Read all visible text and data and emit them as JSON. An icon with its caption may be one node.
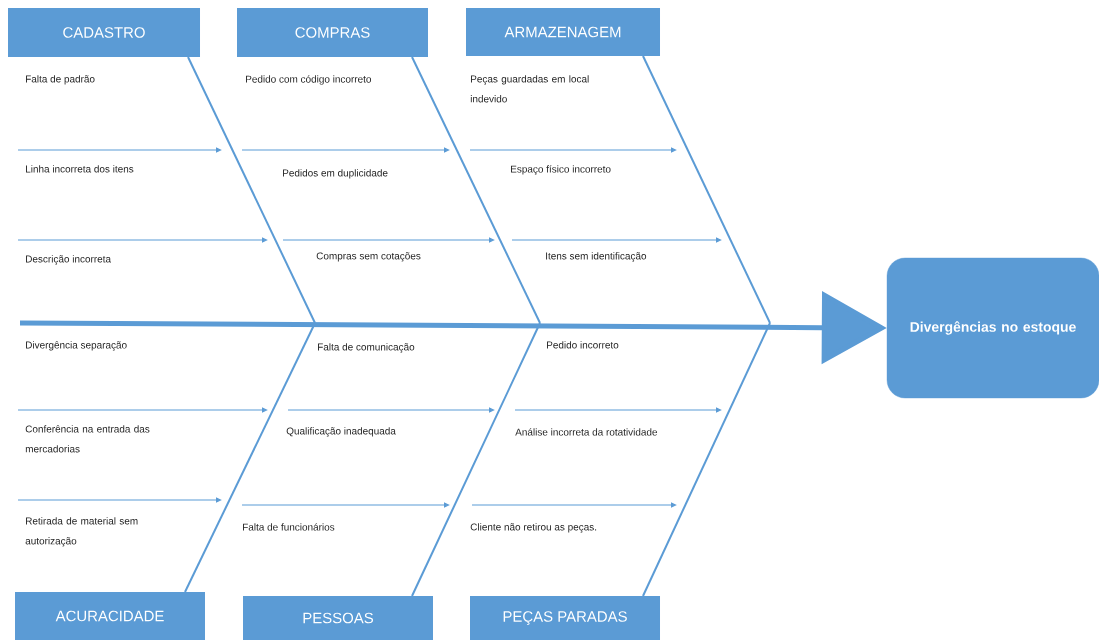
{
  "diagram": {
    "nodes": [
      {
        "text": [
          "CADASTRO"
        ]
      },
      {
        "text": [
          "COMPRAS"
        ]
      },
      {
        "text": [
          "ARMAZENAGEM"
        ]
      },
      {
        "text": [
          "ACURACIDADE"
        ]
      },
      {
        "text": [
          "PESSOAS"
        ]
      },
      {
        "text": [
          "PEÇAS PARADAS"
        ]
      },
      {
        "text": [
          "Divergências no estoque"
        ]
      }
    ],
    "edges": [
      {
        "from": 0,
        "to": null,
        "arrow": "none"
      },
      {
        "from": 1,
        "to": null,
        "arrow": "none"
      },
      {
        "from": 2,
        "to": null,
        "arrow": "none"
      },
      {
        "from": 3,
        "to": null,
        "arrow": "none"
      },
      {
        "from": 4,
        "to": null,
        "arrow": "none"
      },
      {
        "from": 5,
        "to": null,
        "arrow": "none"
      },
      {
        "from": null,
        "to": 6,
        "arrow": "to",
        "style": "thick"
      }
    ],
    "labels": [
      "Falta de padrão",
      "Pedido com código incorreto",
      "Peças guardadas em local indevido",
      "Linha incorreta dos itens",
      "Pedidos em duplicidade",
      "Espaço físico incorreto",
      "Descrição incorreta",
      "Compras sem cotações",
      "Itens sem identificação",
      "Divergência separação",
      "Falta de comunicação",
      "Pedido incorreto",
      "Conferência na entrada das mercadorias",
      "Qualificação inadequada",
      "Análise incorreta da rotatividade",
      "Retirada de material sem autorização",
      "Falta de funcionários",
      "Cliente não retirou as peças."
    ]
  }
}
